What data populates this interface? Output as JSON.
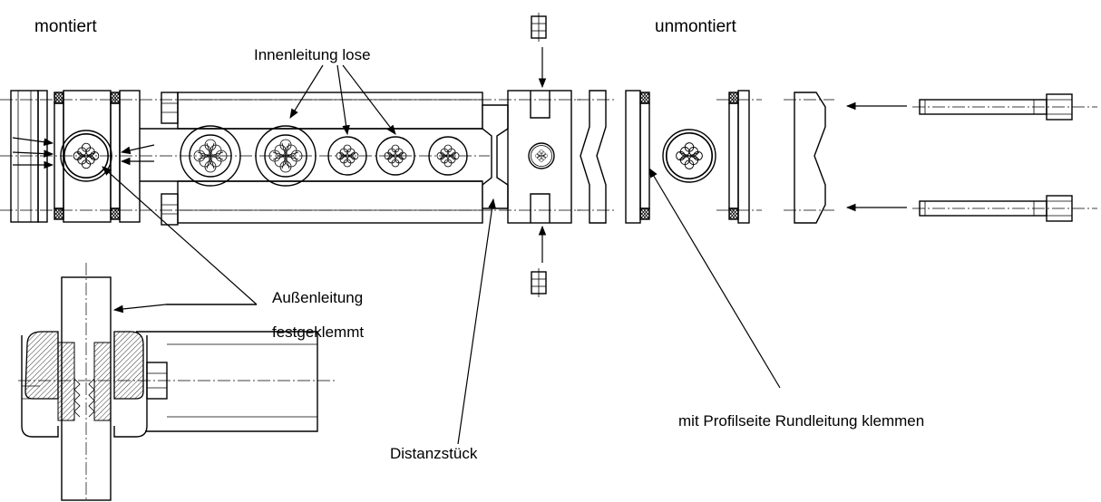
{
  "labels": {
    "montiert": "montiert",
    "unmontiert": "unmontiert",
    "innenleitung": "Innenleitung lose",
    "aussen_line1": "Außenleitung",
    "aussen_line2": "festgeklemmt",
    "distanz": "Distanzstück",
    "profil": "mit Profilseite Rundleitung klemmen"
  },
  "colors": {
    "line": "#000000",
    "background": "#ffffff"
  }
}
